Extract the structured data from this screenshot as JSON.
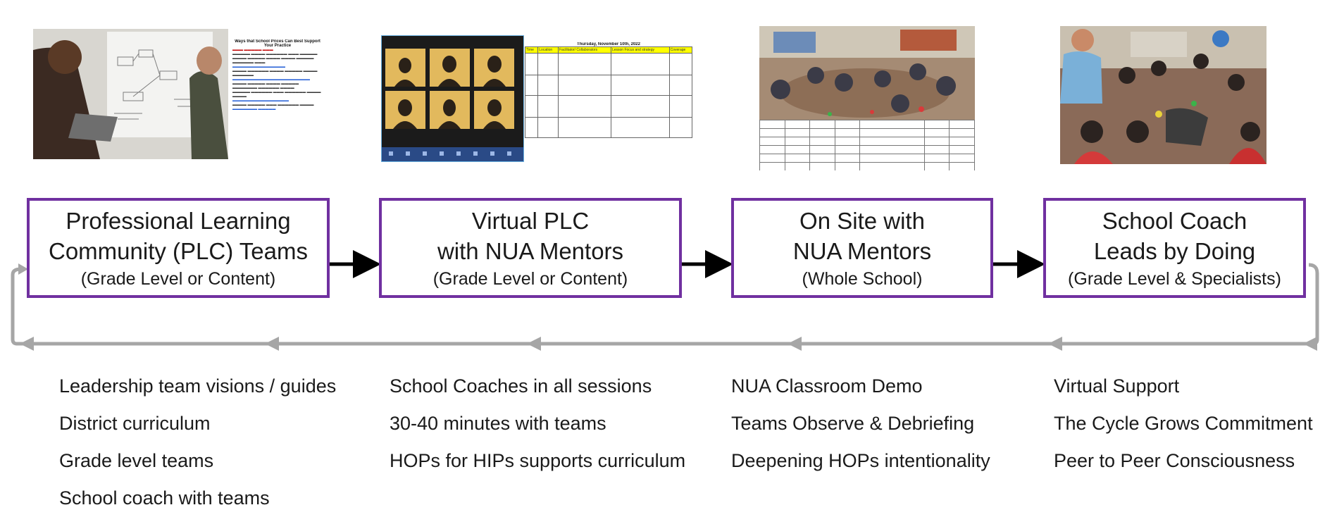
{
  "stages": [
    {
      "title": "Professional Learning\nCommunity (PLC) Teams",
      "subtitle": "(Grade Level or Content)"
    },
    {
      "title": "Virtual PLC\nwith NUA Mentors",
      "subtitle": "(Grade Level or Content)"
    },
    {
      "title": "On Site with\nNUA Mentors",
      "subtitle": "(Whole School)"
    },
    {
      "title": "School Coach\nLeads by Doing",
      "subtitle": "(Grade Level  & Specialists)"
    }
  ],
  "bullets": [
    [
      "Leadership team visions / guides",
      "District curriculum",
      "Grade level teams",
      "School coach with teams"
    ],
    [
      "School Coaches in all sessions",
      "30-40 minutes with teams",
      "HOPs for HIPs supports curriculum"
    ],
    [
      "NUA Classroom Demo",
      "Teams Observe & Debriefing",
      "Deepening HOPs intentionality"
    ],
    [
      "Virtual Support",
      "The Cycle Grows Commitment",
      "Peer to Peer Consciousness"
    ]
  ],
  "images": {
    "stage1_photo": "two-people-whiteboard-photo",
    "stage1_doc": "plc-notes-document",
    "stage2_video": "video-call-grid",
    "stage2_schedule": "schedule-table",
    "stage3_photo": "classroom-circle-photo",
    "stage3_table": "observation-table",
    "stage4_photo": "students-circle-photo"
  },
  "schedule": {
    "title": "Thursday, November 10th, 2022",
    "headers": [
      "Time",
      "Location",
      "Facilitator/ Collaborators",
      "Lesson Focus and strategy",
      "Coverage"
    ]
  },
  "colors": {
    "box_border": "#7030a0",
    "arrow": "#000000",
    "return_arrow": "#a6a6a6",
    "schedule_header": "#ffff00"
  }
}
